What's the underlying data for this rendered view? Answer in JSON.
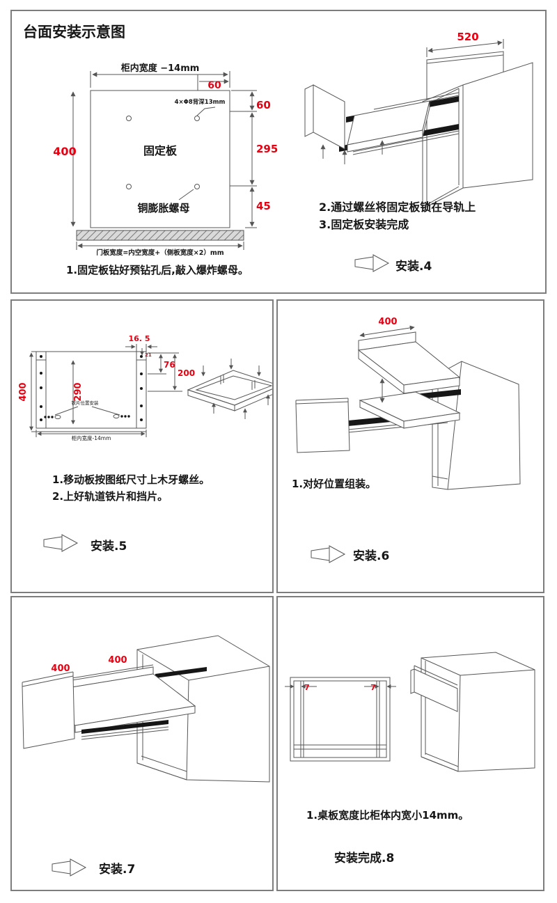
{
  "title": "台面安装示意图",
  "colors": {
    "dim_red": "#e60012",
    "line": "#555555",
    "border": "#7d7d7d"
  },
  "panel1": {
    "plate": {
      "top_width_label": "柜内宽度 −14mm",
      "offset_60_top": "60",
      "offset_60_right": "60",
      "dim_295": "295",
      "dim_45": "45",
      "dim_400": "400",
      "hole_note": "4×Φ8背深13mm",
      "plate_name": "固定板",
      "nut_label": "铜膨胀螺母",
      "door_note": "门板宽度=内空宽度+（侧板宽度×2）mm"
    },
    "dim_520": "520",
    "captions": {
      "step1": "1.固定板钻好预钻孔后,敲入爆炸螺母。",
      "step2": "2.通过螺丝将固定板锁在导轨上",
      "step3": "3.固定板安装完成"
    },
    "badge": "安装.4"
  },
  "panel2": {
    "dims": {
      "w16_5": "16. 5",
      "d21": "21",
      "d76": "76",
      "d200": "200",
      "d400": "400",
      "d290": "290"
    },
    "plate_note": "铁片位置安装",
    "bottom_width_label": "柜内宽度-14mm",
    "captions": {
      "step1": "1.移动板按图纸尺寸上木牙螺丝。",
      "step2": "2.上好轨道铁片和挡片。"
    },
    "badge": "安装.5"
  },
  "panel3": {
    "dim_400": "400",
    "captions": {
      "step1": "1.对好位置组装。"
    },
    "badge": "安装.6"
  },
  "panel4": {
    "dim_400_left": "400",
    "dim_400_right": "400",
    "badge": "安装.7"
  },
  "panel5": {
    "dim_7_left": "7",
    "dim_7_right": "7",
    "captions": {
      "step1": "1.桌板宽度比柜体内宽小14mm。"
    },
    "badge": "安装完成.8"
  }
}
